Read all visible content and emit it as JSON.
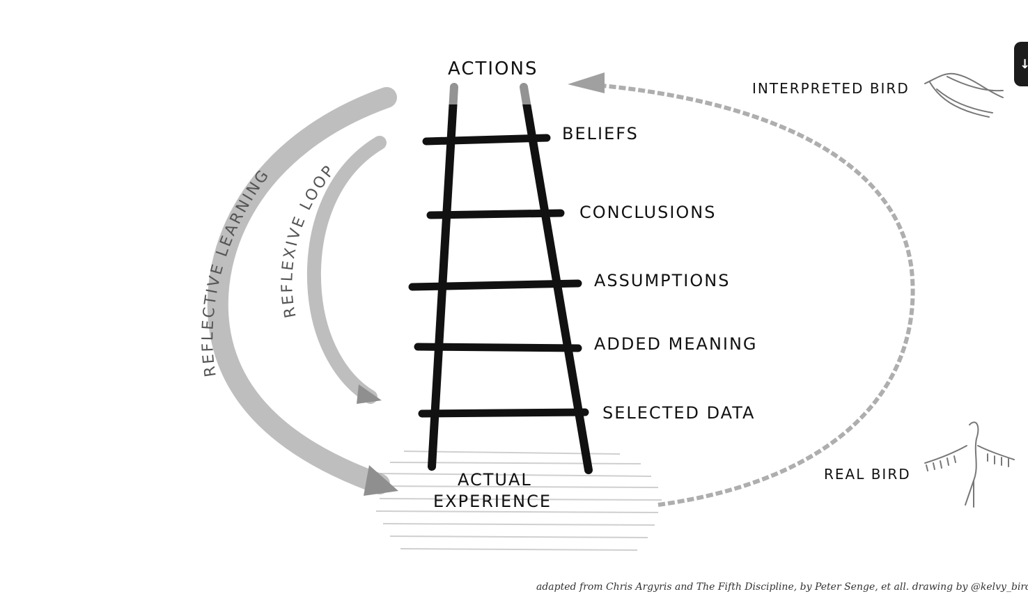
{
  "rungs": [
    {
      "label": "BELIEFS"
    },
    {
      "label": "CONCLUSIONS"
    },
    {
      "label": "ASSUMPTIONS"
    },
    {
      "label": "ADDED MEANING"
    },
    {
      "label": "SELECTED DATA"
    }
  ],
  "top_label": "ACTIONS",
  "base_label_line1": "ACTUAL",
  "base_label_line2": "EXPERIENCE",
  "loops": {
    "reflective": "REFLECTIVE LEARNING",
    "reflexive": "REFLEXIVE LOOP"
  },
  "birds": {
    "interpreted": "INTERPRETED BIRD",
    "real": "REAL BIRD"
  },
  "credit": "adapted from Chris Argyris and The Fifth Discipline, by Peter Senge, et all. drawing by @kelvy_bird",
  "side_tab_glyph": "↓",
  "colors": {
    "ink": "#111111",
    "arrow_gray": "#9a9a9a",
    "label_gray": "#555555"
  }
}
